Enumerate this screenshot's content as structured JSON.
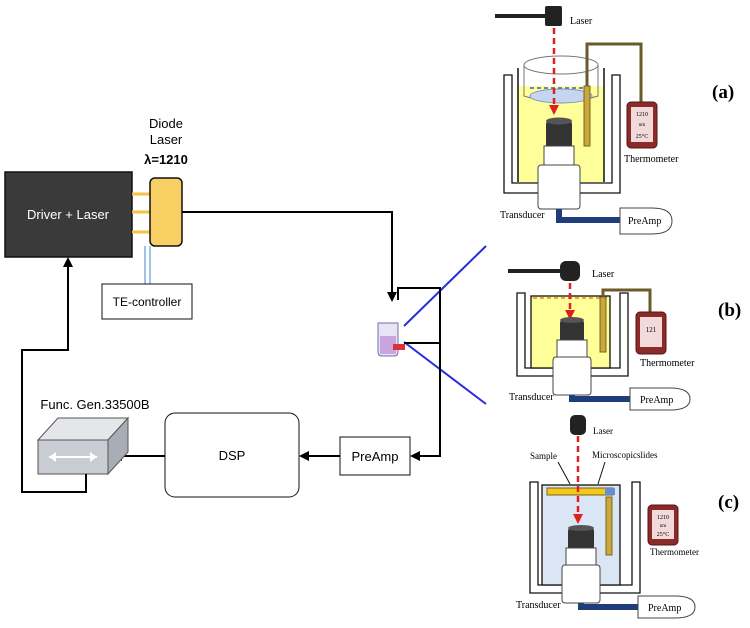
{
  "main_setup": {
    "driver_laser_label": "Driver + Laser",
    "diode_laser_label_line1": "Diode",
    "diode_laser_label_line2": "Laser",
    "wavelength_label": "λ=1210",
    "te_controller_label": "TE-controller",
    "func_gen_label": "Func. Gen.33500B",
    "dsp_label": "DSP",
    "preamp_label": "PreAmp"
  },
  "panel_a": {
    "tag": "(a)",
    "laser_label": "Laser",
    "thermometer_label": "Thermometer",
    "thermometer_reading_1": "1210",
    "thermometer_reading_2": "nm",
    "thermometer_reading_3": "25°C",
    "transducer_label": "Transducer",
    "preamp_label": "PreAmp"
  },
  "panel_b": {
    "tag": "(b)",
    "laser_label": "Laser",
    "thermometer_label": "Thermometer",
    "thermometer_reading_1": "121",
    "transducer_label": "Transducer",
    "preamp_label": "PreAmp"
  },
  "panel_c": {
    "tag": "(c)",
    "laser_label": "Laser",
    "sample_label": "Sample",
    "slides_label": "Microscopicslides",
    "thermometer_label": "Thermometer",
    "thermometer_reading_1": "1210",
    "thermometer_reading_2": "nm",
    "thermometer_reading_3": "25°C",
    "transducer_label": "Transducer",
    "preamp_label": "PreAmp"
  }
}
